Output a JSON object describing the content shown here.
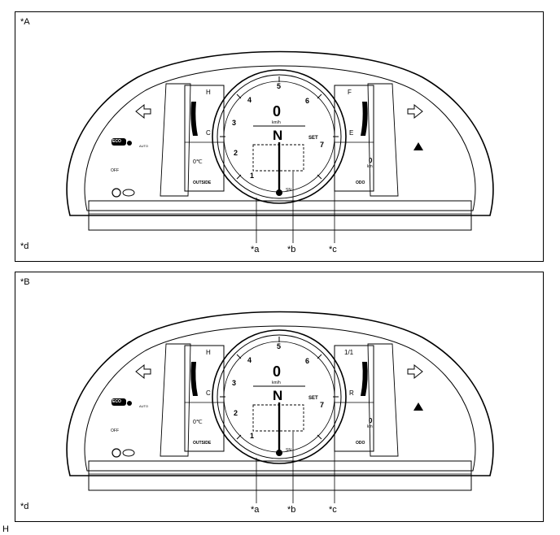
{
  "footer_code": "H",
  "panels": [
    {
      "id": "A",
      "label": "*A",
      "callouts": {
        "a": "*a",
        "b": "*b",
        "c": "*c",
        "d": "*d"
      },
      "speed": "0",
      "speed_unit": "km/h",
      "gear": "N",
      "set_text": "SET",
      "fuel_top": "F",
      "fuel_bottom": "E",
      "temp_top": "H",
      "temp_bottom": "C",
      "outside_temp": "0℃",
      "outside_label": "OUTSIDE",
      "odo_value": "0",
      "odo_unit": "km",
      "odo_label": "ODO",
      "eco_label": "ECO",
      "auto_label": "AUTO",
      "off_label": "OFF",
      "sn_label": "SN",
      "tick_labels": [
        "1",
        "2",
        "3",
        "4",
        "5",
        "6",
        "7"
      ]
    },
    {
      "id": "B",
      "label": "*B",
      "callouts": {
        "a": "*a",
        "b": "*b",
        "c": "*c",
        "d": "*d"
      },
      "speed": "0",
      "speed_unit": "km/h",
      "gear": "N",
      "set_text": "SET",
      "fuel_top": "1/1",
      "fuel_bottom": "R",
      "temp_top": "H",
      "temp_bottom": "C",
      "outside_temp": "0℃",
      "outside_label": "OUTSIDE",
      "odo_value": "0",
      "odo_unit": "km",
      "odo_label": "ODO",
      "eco_label": "ECO",
      "auto_label": "AUTO",
      "off_label": "OFF",
      "sn_label": "SN",
      "tick_labels": [
        "1",
        "2",
        "3",
        "4",
        "5",
        "6",
        "7"
      ]
    }
  ]
}
